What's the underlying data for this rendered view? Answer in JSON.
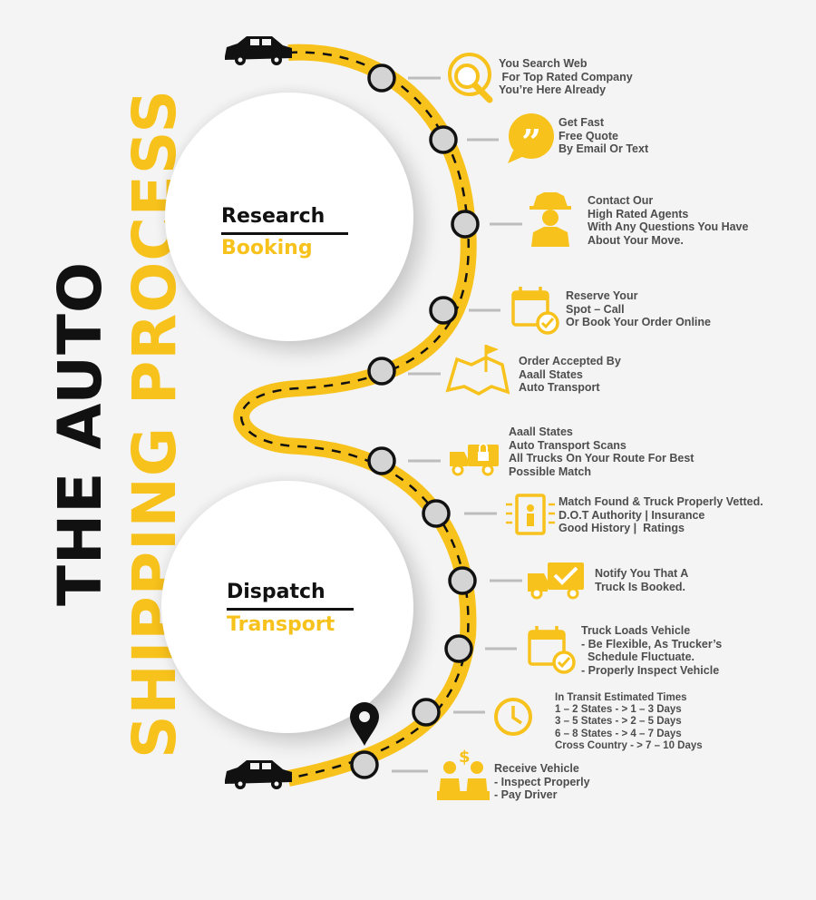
{
  "title": {
    "line1": "THE AUTO",
    "line2": "SHIPPING PROCESS"
  },
  "colors": {
    "accent": "#f8c21c",
    "dark": "#111111",
    "text": "#4d4d4d",
    "node": "#c8c8c8"
  },
  "phases": [
    {
      "top": "Research",
      "bottom": "Booking"
    },
    {
      "top": "Dispatch",
      "bottom": "Transport"
    }
  ],
  "steps": [
    {
      "icon": "globe-search-icon",
      "lines": [
        "You Search Web",
        " For Top Rated Company",
        "You’re Here Already"
      ]
    },
    {
      "icon": "quote-bubble-icon",
      "lines": [
        "Get Fast",
        "Free Quote",
        "By Email Or Text"
      ]
    },
    {
      "icon": "agent-icon",
      "lines": [
        "Contact Our",
        "High Rated Agents",
        "With Any Questions You Have",
        "About Your Move."
      ]
    },
    {
      "icon": "calendar-check-icon",
      "lines": [
        "Reserve Your",
        "Spot – Call",
        "Or Book Your Order Online"
      ]
    },
    {
      "icon": "map-flag-icon",
      "lines": [
        "Order Accepted By",
        "Aaall States",
        "Auto Transport"
      ]
    },
    {
      "icon": "truck-lock-icon",
      "lines": [
        "Aaall States",
        "Auto Transport Scans",
        "All Trucks On Your Route For Best",
        "Possible Match"
      ]
    },
    {
      "icon": "vetting-scanner-icon",
      "lines": [
        "Match Found & Truck Properly Vetted.",
        "D.O.T Authority | Insurance",
        "Good History |  Ratings"
      ]
    },
    {
      "icon": "truck-check-icon",
      "lines": [
        "Notify You That A",
        "Truck Is Booked."
      ]
    },
    {
      "icon": "calendar-check-icon",
      "lines": [
        "Truck Loads Vehicle",
        "- Be Flexible, As Trucker’s",
        "  Schedule Fluctuate.",
        "- Properly Inspect Vehicle"
      ]
    },
    {
      "icon": "clock-icon",
      "lines": [
        "In Transit Estimated Times",
        "1 – 2 States - > 1 – 3 Days",
        "3 – 5 States - > 2 – 5 Days",
        "6 – 8 States - > 4 – 7 Days",
        "Cross Country - > 7 – 10 Days"
      ]
    },
    {
      "icon": "payment-handover-icon",
      "lines": [
        "Receive Vehicle",
        "- Inspect Properly",
        "- Pay Driver"
      ]
    }
  ]
}
